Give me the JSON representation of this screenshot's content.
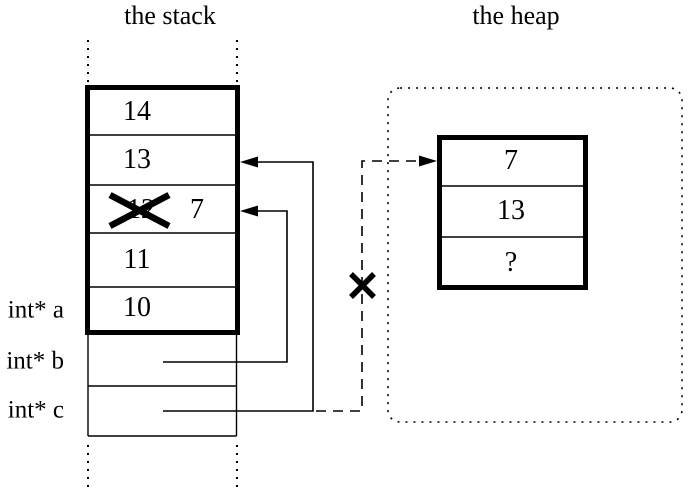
{
  "stack": {
    "title": "the stack",
    "frame_cells": [
      {
        "value": "14"
      },
      {
        "value": "13"
      },
      {
        "old_value": "12",
        "new_value": "7",
        "crossed_out": true
      },
      {
        "value": "11"
      },
      {
        "value": "10"
      }
    ],
    "pointer_labels": [
      {
        "label": "int* a"
      },
      {
        "label": "int* b"
      },
      {
        "label": "int* c"
      }
    ]
  },
  "heap": {
    "title": "the heap",
    "block_cells": [
      {
        "value": "7"
      },
      {
        "value": "13"
      },
      {
        "value": "?"
      }
    ]
  },
  "icons": {
    "overwrite_mark": "x-cross",
    "dangling_pointer_mark": "x-cross",
    "pointer_arrow": "filled-triangle-arrowhead"
  },
  "colors": {
    "ink": "#000000",
    "background": "#ffffff"
  }
}
